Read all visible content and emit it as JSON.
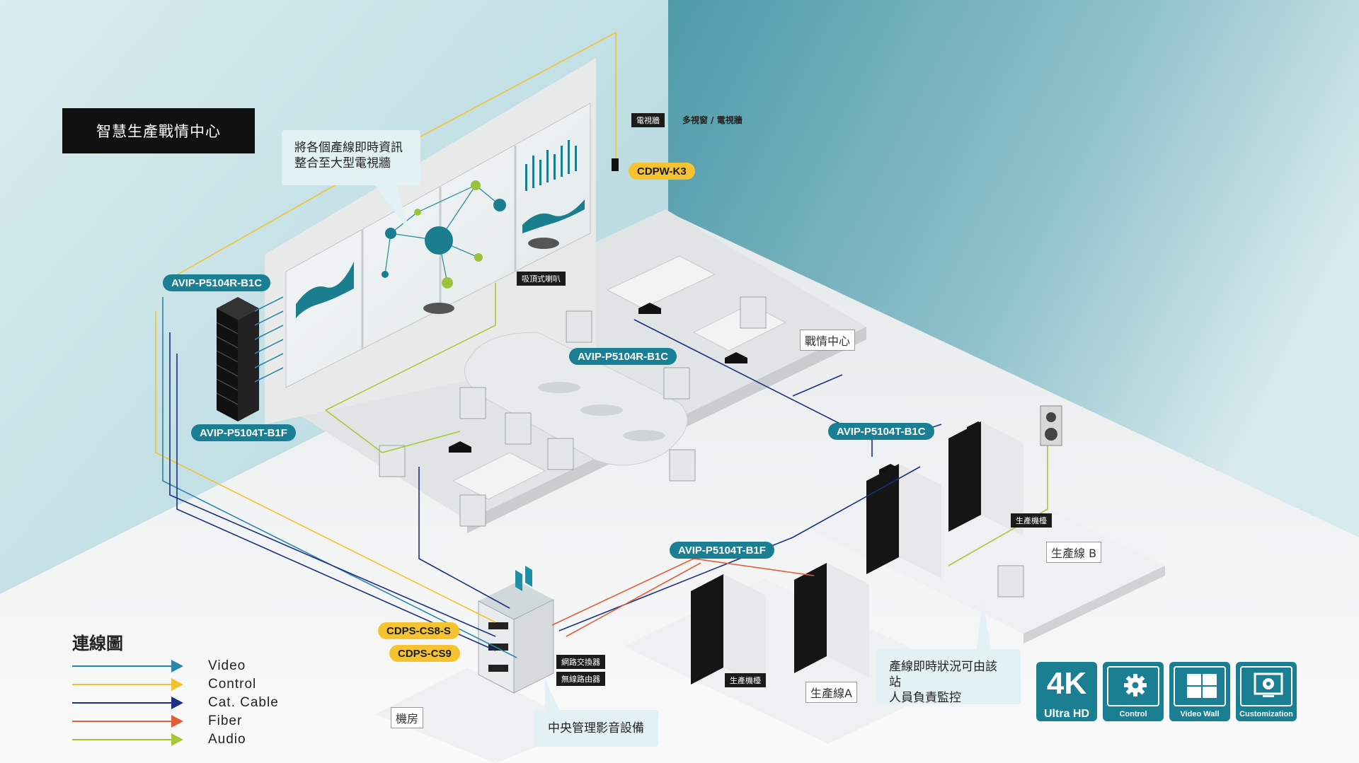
{
  "title": "智慧生產戰情中心",
  "callouts": {
    "wall_info": [
      "將各個產線即時資訊",
      "整合至大型電視牆"
    ],
    "line_monitor": [
      "產線即時狀況可由該站",
      "人員負責監控"
    ],
    "central_av": "中央管理影音設備"
  },
  "devices": {
    "receiver_wall": "AVIP-P5104R-B1C",
    "transmitter_war": "AVIP-P5104T-B1F",
    "receiver_table": "AVIP-P5104R-B1C",
    "transmitter_lineb": "AVIP-P5104T-B1C",
    "transmitter_linea": "AVIP-P5104T-B1F",
    "controller": "CDPW-K3",
    "server_main": "CDPS-CS8-S",
    "server_sub": "CDPS-CS9"
  },
  "tags": {
    "tv_wall": "電視牆",
    "tv_wall_desc": "多視窗 / 電視牆",
    "ceiling_speaker": "吸頂式喇叭",
    "network_switch": "網路交換器",
    "wireless_router": "無線路由器",
    "machine_b": "生產機檯",
    "machine_a": "生產機檯"
  },
  "rooms": {
    "war_room": "戰情中心",
    "line_b": "生產線 B",
    "line_a": "生產線A",
    "server_room": "機房"
  },
  "legend": {
    "title": "連線圖",
    "items": [
      {
        "label": "Video",
        "color": "#2a86a8"
      },
      {
        "label": "Control",
        "color": "#f2c230"
      },
      {
        "label": "Cat. Cable",
        "color": "#1c2f80"
      },
      {
        "label": "Fiber",
        "color": "#e0603a"
      },
      {
        "label": "Audio",
        "color": "#a8c83a"
      }
    ]
  },
  "features": [
    {
      "big": "4K",
      "label": "Ultra HD",
      "icon": "4k-icon"
    },
    {
      "label": "Control",
      "icon": "gear-icon"
    },
    {
      "label": "Video Wall",
      "icon": "video-wall-icon"
    },
    {
      "label": "Customization",
      "icon": "customization-icon"
    }
  ],
  "colors": {
    "brand_teal": "#1a7f93",
    "accent_yellow": "#f5c330",
    "video": "#2a86a8",
    "control": "#f2c230",
    "cat_cable": "#1c2f80",
    "fiber": "#e0603a",
    "audio": "#a8c83a"
  }
}
